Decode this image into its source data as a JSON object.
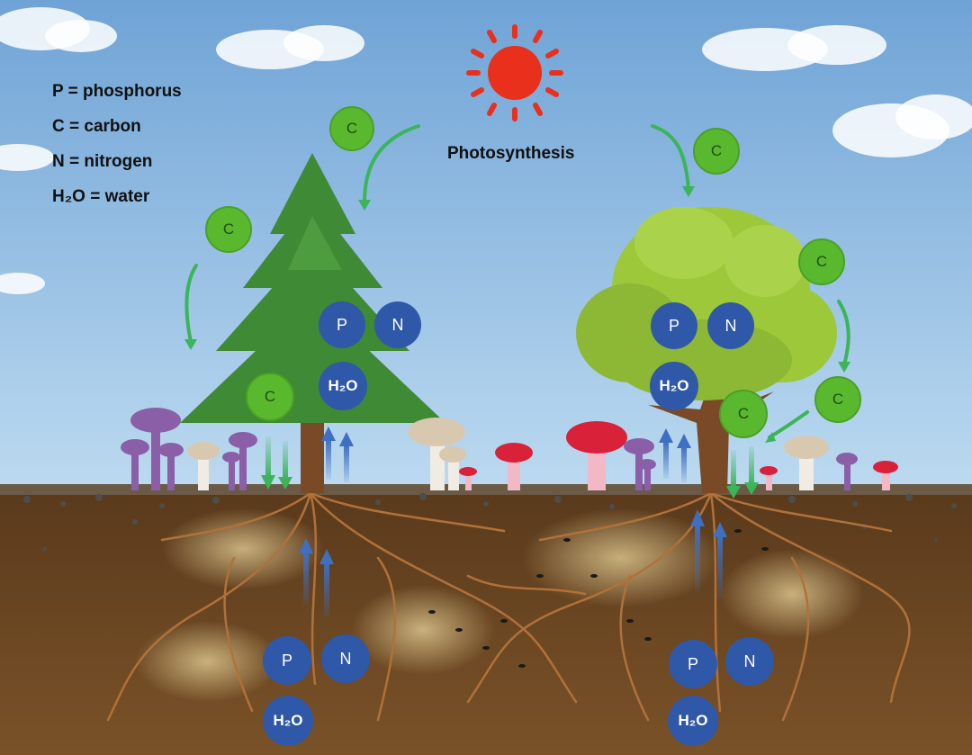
{
  "legend": [
    "P = phosphorus",
    "C = carbon",
    "N = nitrogen",
    "H₂O = water"
  ],
  "title": "Photosynthesis",
  "labels": {
    "carbon": "C",
    "phosphorus": "P",
    "nitrogen": "N",
    "water": "H₂O"
  },
  "colors": {
    "sky_top": "#6fa3d6",
    "sky_bottom": "#bcdaf0",
    "sun": "#e8301c",
    "soil": "#6b4520",
    "carbon_badge": "#5ab82f",
    "nutrient_badge": "#2f58a8",
    "pine": "#3f8a35",
    "deciduous": "#9cc83a",
    "trunk": "#7a4a26",
    "roots": "#b0713a",
    "arrow_green": "#3bb45a",
    "arrow_blue": "#3f6fc0",
    "mushroom_purple": "#8a5fa8",
    "mushroom_red": "#d9213a",
    "mushroom_beige": "#d8c8b0"
  },
  "icons": [
    "sun-icon",
    "cloud-icon",
    "pine-tree-icon",
    "deciduous-tree-icon",
    "mushroom-icon",
    "root-network-icon",
    "arrow-icon"
  ]
}
